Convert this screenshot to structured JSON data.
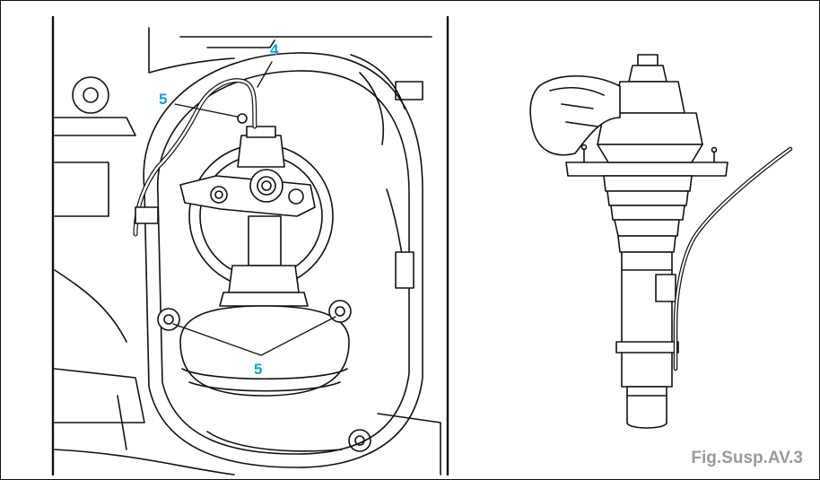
{
  "callouts": {
    "pipe": "4",
    "upper_fixing": "5",
    "sphere_fixings": "5"
  },
  "caption": "Fig.Susp.AV.3",
  "colors": {
    "callout": "#1a9bd7",
    "caption": "#9a9a9a",
    "line": "#111111"
  }
}
